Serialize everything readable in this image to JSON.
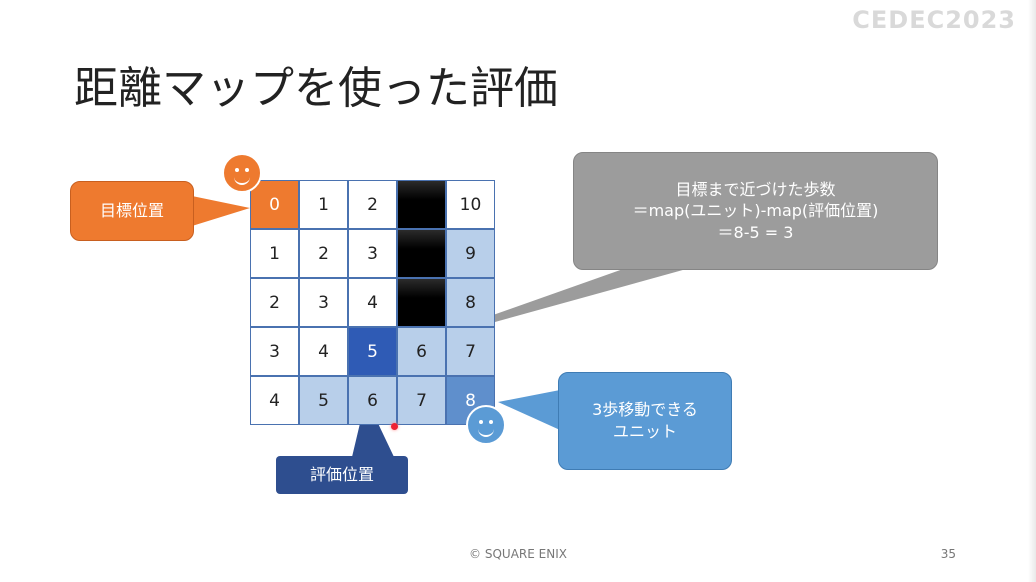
{
  "logo": "CEDEC2023",
  "title": "距離マップを使った評価",
  "grid": {
    "rows": [
      [
        {
          "v": "0",
          "s": "orange"
        },
        {
          "v": "1",
          "s": "white"
        },
        {
          "v": "2",
          "s": "white"
        },
        {
          "v": "",
          "s": "wall"
        },
        {
          "v": "10",
          "s": "white"
        }
      ],
      [
        {
          "v": "1",
          "s": "white"
        },
        {
          "v": "2",
          "s": "white"
        },
        {
          "v": "3",
          "s": "white"
        },
        {
          "v": "",
          "s": "wall"
        },
        {
          "v": "9",
          "s": "light"
        }
      ],
      [
        {
          "v": "2",
          "s": "white"
        },
        {
          "v": "3",
          "s": "white"
        },
        {
          "v": "4",
          "s": "white"
        },
        {
          "v": "",
          "s": "wall"
        },
        {
          "v": "8",
          "s": "light"
        }
      ],
      [
        {
          "v": "3",
          "s": "white"
        },
        {
          "v": "4",
          "s": "white"
        },
        {
          "v": "5",
          "s": "dark"
        },
        {
          "v": "6",
          "s": "light"
        },
        {
          "v": "7",
          "s": "light"
        }
      ],
      [
        {
          "v": "4",
          "s": "white"
        },
        {
          "v": "5",
          "s": "light"
        },
        {
          "v": "6",
          "s": "light"
        },
        {
          "v": "7",
          "s": "light"
        },
        {
          "v": "8",
          "s": "mid"
        }
      ]
    ]
  },
  "callouts": {
    "goal": "目標位置",
    "eval_position": "評価位置",
    "unit_line1": "3歩移動できる",
    "unit_line2": "ユニット",
    "formula_line1": "目標まで近づけた歩数",
    "formula_line2": "＝map(ユニット)-map(評価位置)",
    "formula_line3": "＝8-5 = 3"
  },
  "footer": {
    "copyright": "© SQUARE ENIX",
    "page": "35"
  },
  "colors": {
    "orange": "#ee7a2f",
    "blue_light": "#b8cfea",
    "blue_mid": "#5b9bd5",
    "blue_dark": "#2f5bb5",
    "navy": "#2e4e8f",
    "gray": "#9c9c9c"
  },
  "icons": [
    "smiley-face-icon",
    "smiley-face-icon"
  ]
}
